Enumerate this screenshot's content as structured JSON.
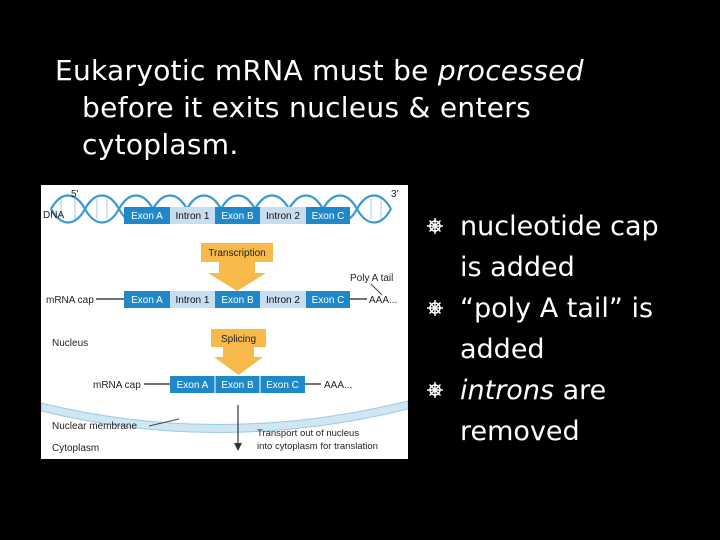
{
  "title": {
    "line1_a": "Eukaryotic m",
    "line1_b": "RNA must be ",
    "line1_em": "processed",
    "line2": "before it exits nucleus & enters",
    "line3": "cytoplasm."
  },
  "diagram": {
    "five_prime": "5'",
    "three_prime": "3'",
    "dna_label": "DNA",
    "dna_segments": [
      "Exon A",
      "Intron 1",
      "Exon B",
      "Intron 2",
      "Exon C"
    ],
    "transcription": "Transcription",
    "poly_a_tail": "Poly A tail",
    "mrna_cap": "mRNA cap",
    "pre_mrna_segments": [
      "Exon A",
      "Intron 1",
      "Exon B",
      "Intron 2",
      "Exon C"
    ],
    "aaa": "AAA...",
    "nucleus": "Nucleus",
    "splicing": "Splicing",
    "mrna_cap2": "mRNA cap",
    "mature_segments": [
      "Exon A",
      "Exon B",
      "Exon C"
    ],
    "aaa2": "AAA...",
    "nuclear_membrane": "Nuclear membrane",
    "cytoplasm": "Cytoplasm",
    "transport_line1": "Transport out of nucleus",
    "transport_line2": "into cytoplasm for translation",
    "colors": {
      "exon": "#1e88c8",
      "intron": "#c7ddf0",
      "arrow_box": "#f6b94a",
      "helix": "#3a9ad0",
      "membrane": "#cfe6f3"
    }
  },
  "bullets": {
    "b1_line1": "nucleotide cap",
    "b1_line2": "is added",
    "b2_line1": "“poly A tail” is",
    "b2_line2": "added",
    "b3_em": "introns",
    "b3_rest": " are",
    "b3_line2": "removed",
    "bullet_icon": "wheel-bullet-icon"
  }
}
